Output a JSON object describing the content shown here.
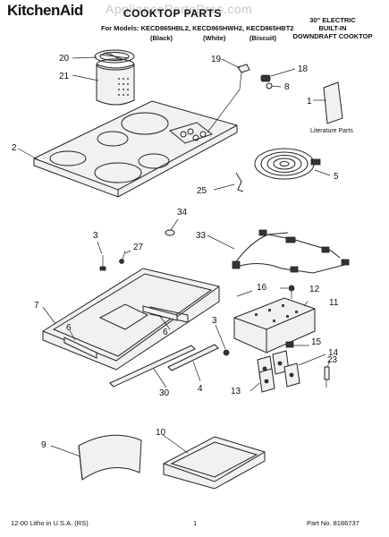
{
  "header": {
    "brand": "KitchenAid",
    "title": "COOKTOP PARTS",
    "watermark": "AppliancePartsPros.com",
    "models_line": "For Models: KECD865HBL2, KECD865HWH2, KECD865HBT2",
    "variants": [
      "(Black)",
      "(White)",
      "(Biscuit)"
    ],
    "description": [
      "30\" ELECTRIC",
      "BUILT-IN",
      "DOWNDRAFT COOKTOP"
    ]
  },
  "literature": {
    "label": "Literature Parts"
  },
  "callouts": {
    "c1": "1",
    "c2": "2",
    "c3a": "3",
    "c3b": "3",
    "c4": "4",
    "c5": "5",
    "c6a": "6",
    "c6b": "6",
    "c7": "7",
    "c8": "8",
    "c9": "9",
    "c10": "10",
    "c11": "11",
    "c12": "12",
    "c13": "13",
    "c14": "14",
    "c15": "15",
    "c16": "16",
    "c18": "18",
    "c19": "19",
    "c20": "20",
    "c21": "21",
    "c23": "23",
    "c25": "25",
    "c27": "27",
    "c30": "30",
    "c33": "33",
    "c34": "34"
  },
  "footer": {
    "left": "12-00 Litho in U.S.A. (RS)",
    "page": "1",
    "part_no": "Part No. 8186737"
  }
}
